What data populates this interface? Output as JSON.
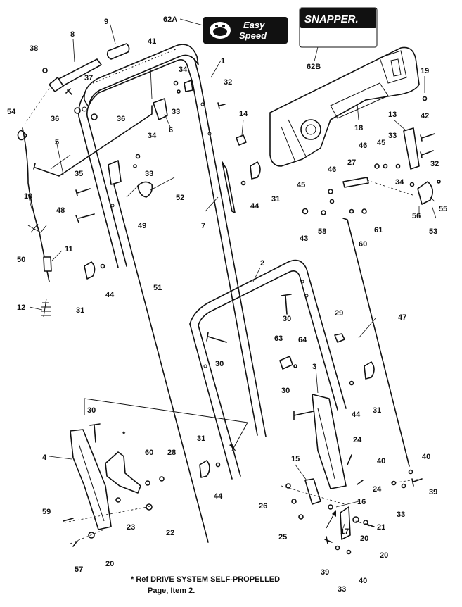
{
  "badges": {
    "easy_speed_line1": "Easy",
    "easy_speed_line2": "Speed",
    "snapper": "SNAPPER."
  },
  "labels": {
    "62A": "62A",
    "62B": "62B",
    "1": "1",
    "2": "2",
    "3": "3",
    "4": "4",
    "5": "5",
    "6": "6",
    "7": "7",
    "8": "8",
    "9": "9",
    "10": "10",
    "11": "11",
    "12": "12",
    "13": "13",
    "14": "14",
    "15": "15",
    "16": "16",
    "17": "17",
    "18": "18",
    "19": "19",
    "20a": "20",
    "20b": "20",
    "20c": "20",
    "21": "21",
    "22": "22",
    "23": "23",
    "24a": "24",
    "24b": "24",
    "25": "25",
    "26": "26",
    "27": "27",
    "28": "28",
    "29": "29",
    "30a": "30",
    "30b": "30",
    "30c": "30",
    "30d": "30",
    "31a": "31",
    "31b": "31",
    "31c": "31",
    "31d": "31",
    "32a": "32",
    "32b": "32",
    "33a": "33",
    "33b": "33",
    "33c": "33",
    "33d": "33",
    "33e": "33",
    "34a": "34",
    "34b": "34",
    "34c": "34",
    "35": "35",
    "36a": "36",
    "36b": "36",
    "37": "37",
    "38": "38",
    "39a": "39",
    "39b": "39",
    "40a": "40",
    "40b": "40",
    "40c": "40",
    "41": "41",
    "42": "42",
    "43": "43",
    "44a": "44",
    "44b": "44",
    "44c": "44",
    "44d": "44",
    "45a": "45",
    "45b": "45",
    "46a": "46",
    "46b": "46",
    "47": "47",
    "48": "48",
    "49": "49",
    "50": "50",
    "51": "51",
    "52": "52",
    "53": "53",
    "54": "54",
    "55": "55",
    "56": "56",
    "57": "57",
    "58": "58",
    "59": "59",
    "60a": "60",
    "60b": "60",
    "61": "61",
    "63": "63",
    "64": "64",
    "star": "*"
  },
  "note": {
    "line1": "* Ref DRIVE SYSTEM SELF-PROPELLED",
    "line2": "Page, Item 2."
  }
}
